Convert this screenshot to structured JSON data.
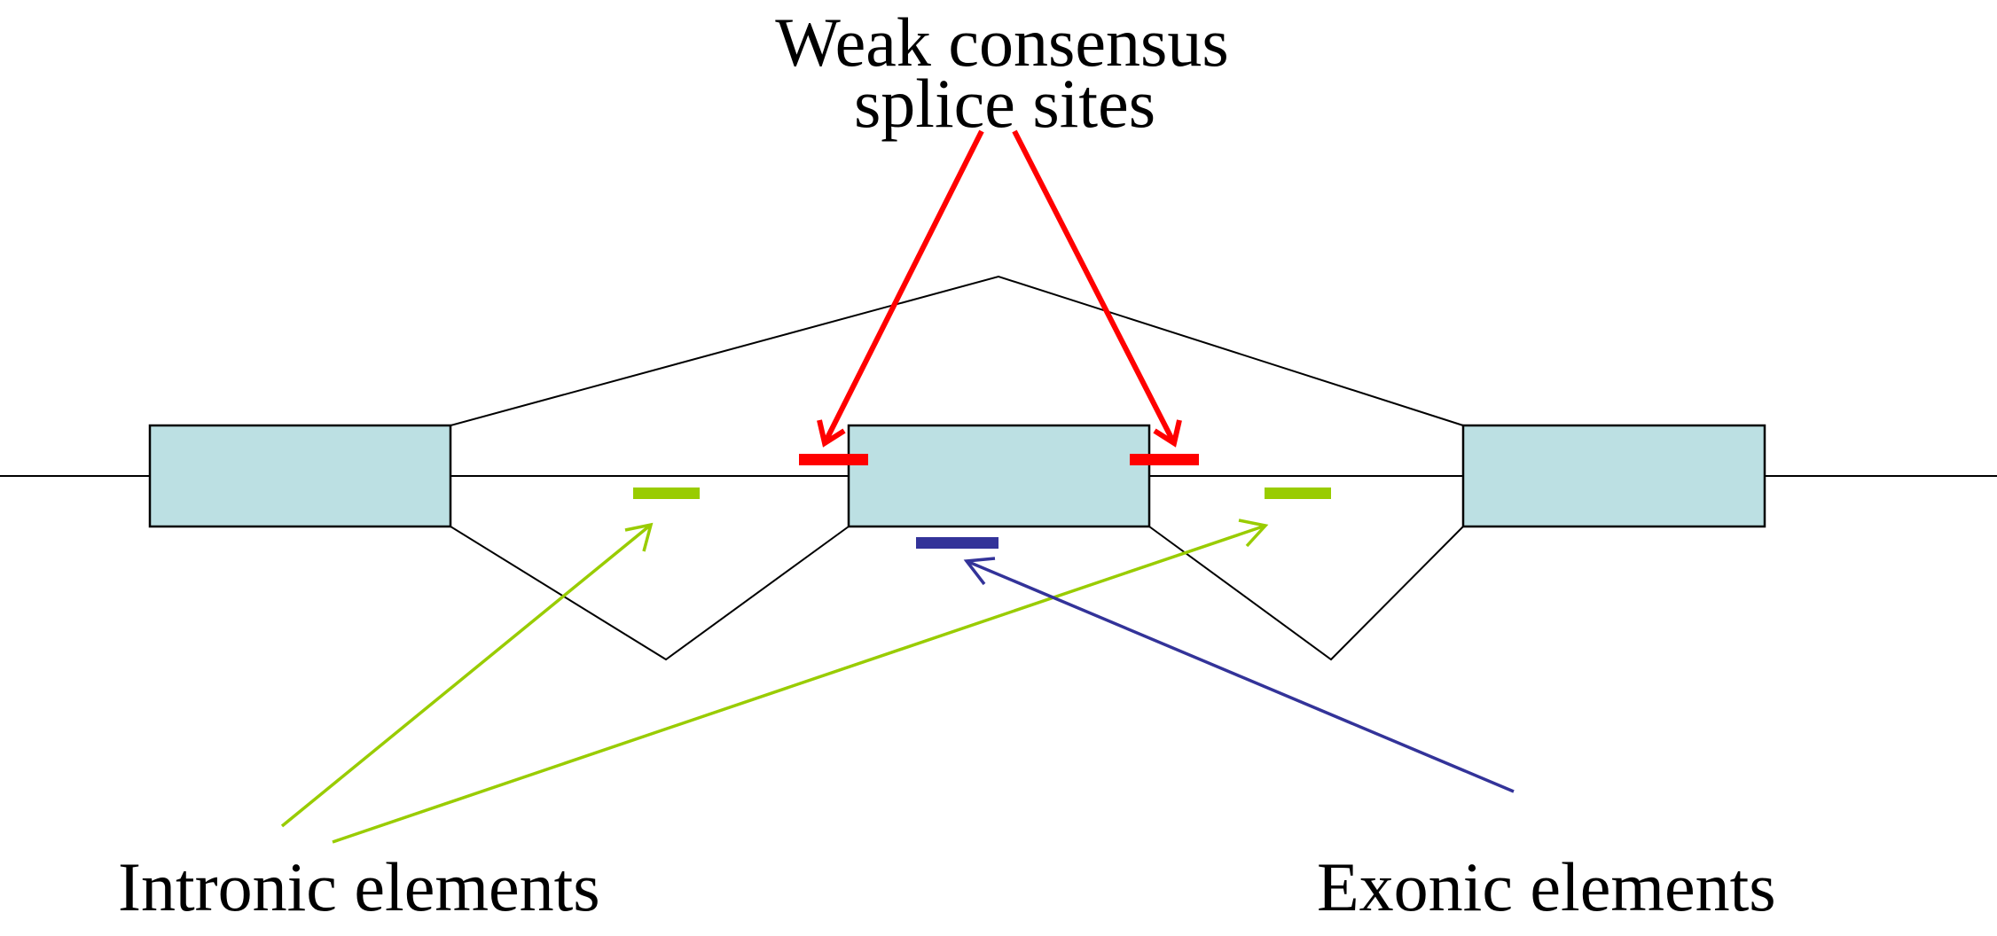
{
  "labels": {
    "weak_consensus_line1": "Weak consensus",
    "weak_consensus_line2": "splice sites",
    "intronic": "Intronic elements",
    "exonic": "Exonic elements"
  },
  "colors": {
    "exon_fill": "#bce0e3",
    "outline": "#000000",
    "splice_site": "#ff0000",
    "intronic_element": "#99cc00",
    "exonic_element": "#333399"
  }
}
